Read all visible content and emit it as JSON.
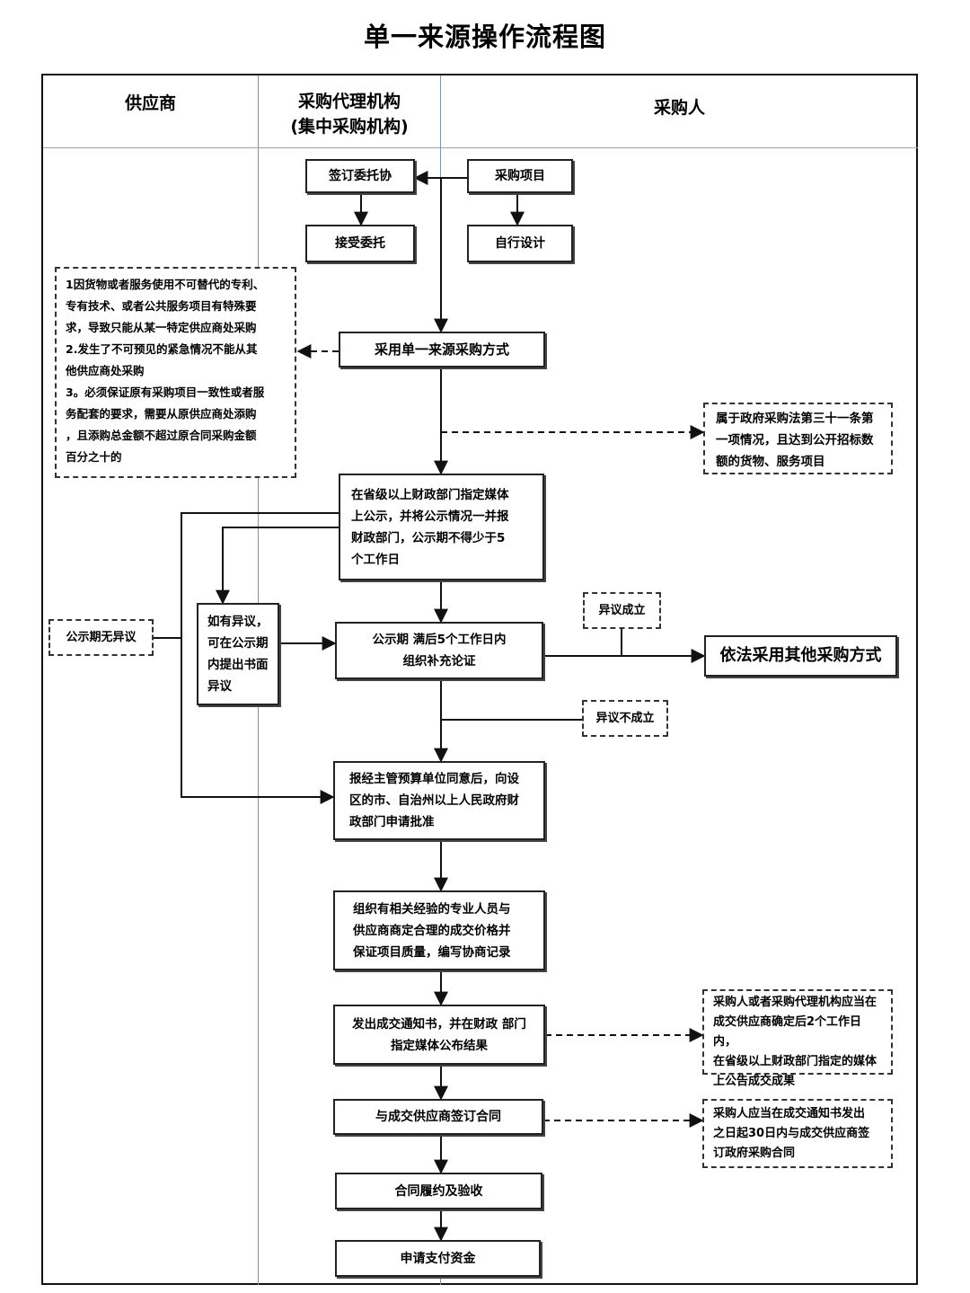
{
  "title": "单一来源操作流程图",
  "lanes": {
    "supplier": "供应商",
    "agency_line1": "采购代理机构",
    "agency_line2": "(集中采购机构)",
    "purchaser": "采购人"
  },
  "nodes": {
    "sign_entrust": "签订委托协",
    "purchase_project": "采购项目",
    "accept_entrust": "接受委托",
    "self_design": "自行设计",
    "adopt_single_source": "采用单一来源采购方式",
    "publicize_line1": "在省级以上财政部门指定媒体",
    "publicize_line2": "上公示，并将公示情况一并报",
    "publicize_line3": "财政部门，公示期不得少于5",
    "publicize_line4": "个工作日",
    "objection_line1": "如有异议，",
    "objection_line2": "可在公示期",
    "objection_line3": "内提出书面",
    "objection_line4": "异议",
    "supplement_line1": "公示期 满后5个工作日内",
    "supplement_line2": "组织补充论证",
    "other_method": "依法采用其他采购方式",
    "approval_line1": "报经主管预算单位同意后，向设",
    "approval_line2": "区的市、自治州以上人民政府财",
    "approval_line3": "政部门申请批准",
    "negotiate_line1": "组织有相关经验的专业人员与",
    "negotiate_line2": "供应商商定合理的成交价格并",
    "negotiate_line3": "保证项目质量，编写协商记录",
    "notice_line1": "发出成交通知书，并在财政 部门",
    "notice_line2": "指定媒体公布结果",
    "sign_contract": "与成交供应商签订合同",
    "perform_accept": "合同履约及验收",
    "apply_payment": "申请支付资金"
  },
  "notes": {
    "conditions_line1": "1因货物或者服务使用不可替代的专利、",
    "conditions_line2": "专有技术、或者公共服务项目有特殊要",
    "conditions_line3": "求，导致只能从某一特定供应商处采购",
    "conditions_line4": "2.发生了不可预见的紧急情况不能从其",
    "conditions_line5": "他供应商处采购",
    "conditions_line6": "3。必须保证原有采购项目一致性或者服",
    "conditions_line7": "务配套的要求，需要从原供应商处添购",
    "conditions_line8": "，且添购总金额不超过原合同采购金额",
    "conditions_line9": "百分之十的",
    "art31_line1": "属于政府采购法第三十一条第",
    "art31_line2": "一项情况，且达到公开招标数",
    "art31_line3": "额的货物、服务项目",
    "no_objection": "公示期无异议",
    "objection_upheld": "异议成立",
    "objection_rejected": "异议不成立",
    "announce_line1": "采购人或者采购代理机构应当在",
    "announce_line2": "成交供应商确定后2个工作日内，",
    "announce_line3": "在省级以上财政部门指定的媒体",
    "announce_line4": "上公告成交成果",
    "contract_line1": "采购人应当在成交通知书发出",
    "contract_line2": "之日起30日内与成交供应商签",
    "contract_line3": "订政府采购合同"
  }
}
